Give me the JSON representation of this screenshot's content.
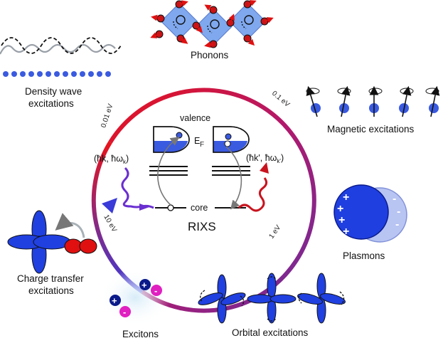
{
  "labels": {
    "phonons": "Phonons",
    "density_wave_line1": "Density wave",
    "density_wave_line2": "excitations",
    "magnetic": "Magnetic excitations",
    "plasmons": "Plasmons",
    "charge_transfer_line1": "Charge transfer",
    "charge_transfer_line2": "excitations",
    "excitons": "Excitons",
    "orbital": "Orbital excitations"
  },
  "energy_scale": {
    "e1": "0.01 eV",
    "e2": "0.1 eV",
    "e3": "1 eV",
    "e4": "10 eV"
  },
  "rixs": {
    "title": "RIXS",
    "valence": "valence",
    "core": "core",
    "fermi_main": "E",
    "fermi_sub": "F",
    "incoming": "(ħk, ħω",
    "incoming_sub": "k",
    "incoming_close": ")",
    "outgoing": "(ħk', ħω",
    "outgoing_sub": "k'",
    "outgoing_close": ")"
  },
  "signs": {
    "plus": "+",
    "minus": "-"
  },
  "colors": {
    "blue": "#1f3fe0",
    "red": "#e01010",
    "purple": "#6a2fa0",
    "magenta": "#e020c0",
    "navy": "#0a1a8a"
  }
}
